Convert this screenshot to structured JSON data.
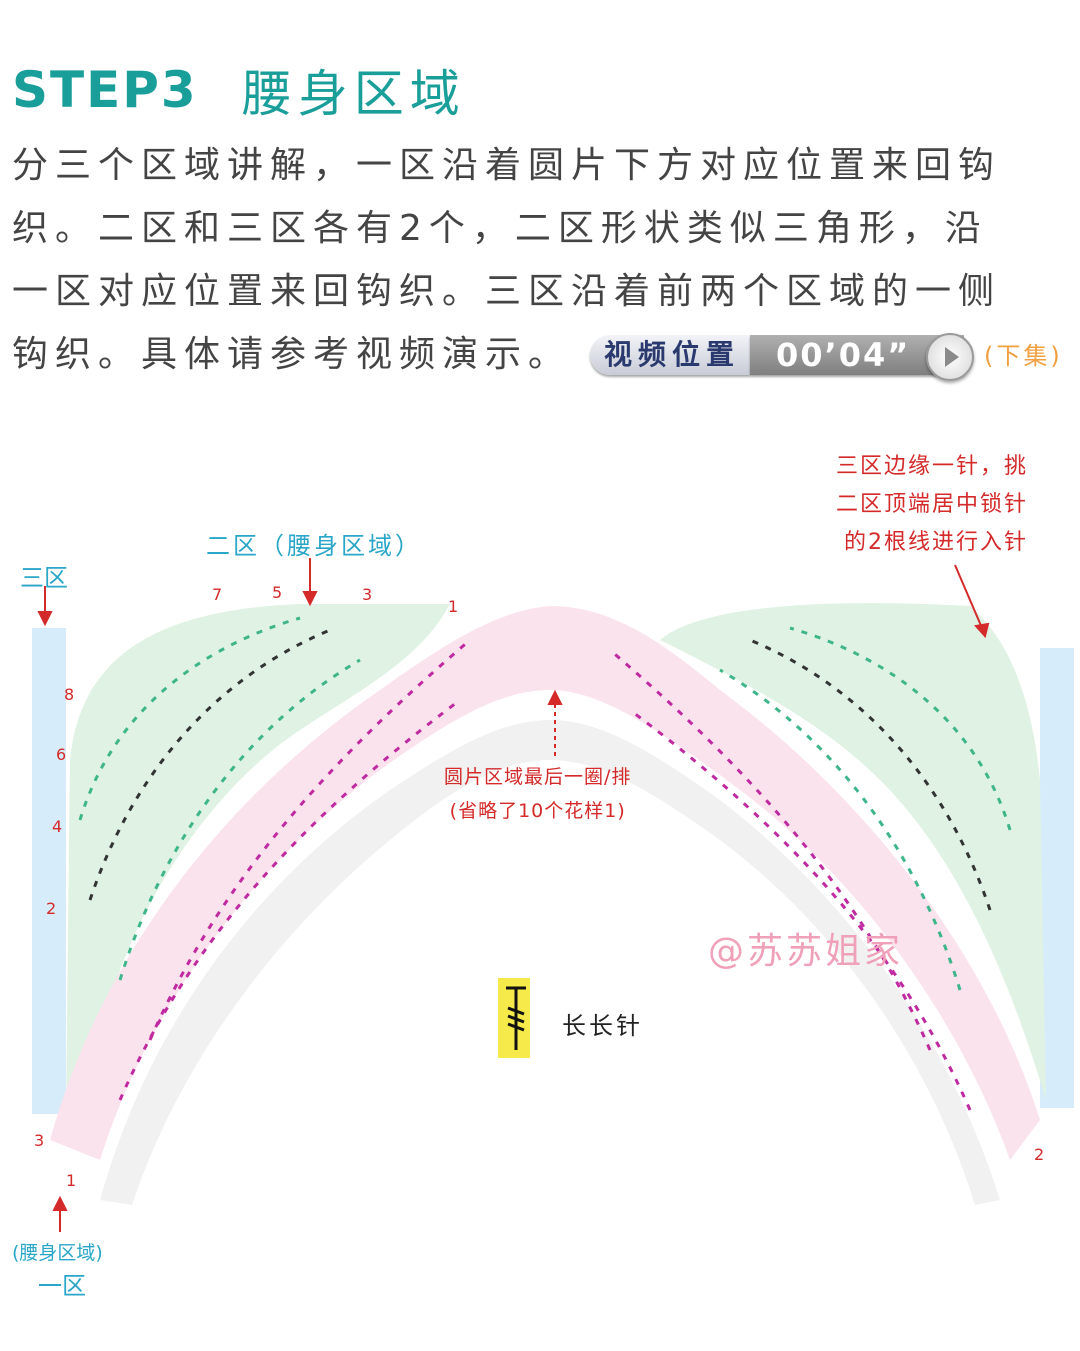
{
  "header": {
    "step_label": "STEP3",
    "title": "腰身区域"
  },
  "description": {
    "line1": "分三个区域讲解，一区沿着圆片下方对应位置来回钩",
    "line2": "织。二区和三区各有2个，二区形状类似三角形，沿",
    "line3": "一区对应位置来回钩织。三区沿着前两个区域的一侧",
    "line4": "钩织。具体请参考视频演示。"
  },
  "video_badge": {
    "label": "视频位置",
    "time": "00’04”",
    "episode": "(下集)"
  },
  "diagram": {
    "zone2_label": "二区（腰身区域）",
    "zone3_label": "三区",
    "right_note_line1": "三区边缘一针，挑",
    "right_note_line2": "二区顶端居中锁针",
    "right_note_line3": "的2根线进行入针",
    "center_note_line1": "圆片区域最后一圈/排",
    "center_note_line2": "(省略了10个花样1)",
    "zone1_label_sub": "(腰身区域)",
    "zone1_label": "一区",
    "row_numbers_left": [
      "8",
      "6",
      "4",
      "2"
    ],
    "row_numbers_top": [
      "7",
      "5",
      "3",
      "1"
    ],
    "bottom_left_numbers": [
      "3",
      "1"
    ],
    "bottom_right_number": "2",
    "watermark": "@苏苏姐家"
  },
  "legend": {
    "symbol_name": "长长针",
    "swatch_color": "#f5ea4a"
  },
  "colors": {
    "teal": "#1a9e9a",
    "zone_green": "#dff2e4",
    "zone_pink": "#fbe3ee",
    "zone_blue": "#d6ecfa",
    "label_blue": "#2aa6c8",
    "label_red": "#d42a2a",
    "stitch_green": "#3fb58a",
    "stitch_magenta": "#c02aa0"
  }
}
